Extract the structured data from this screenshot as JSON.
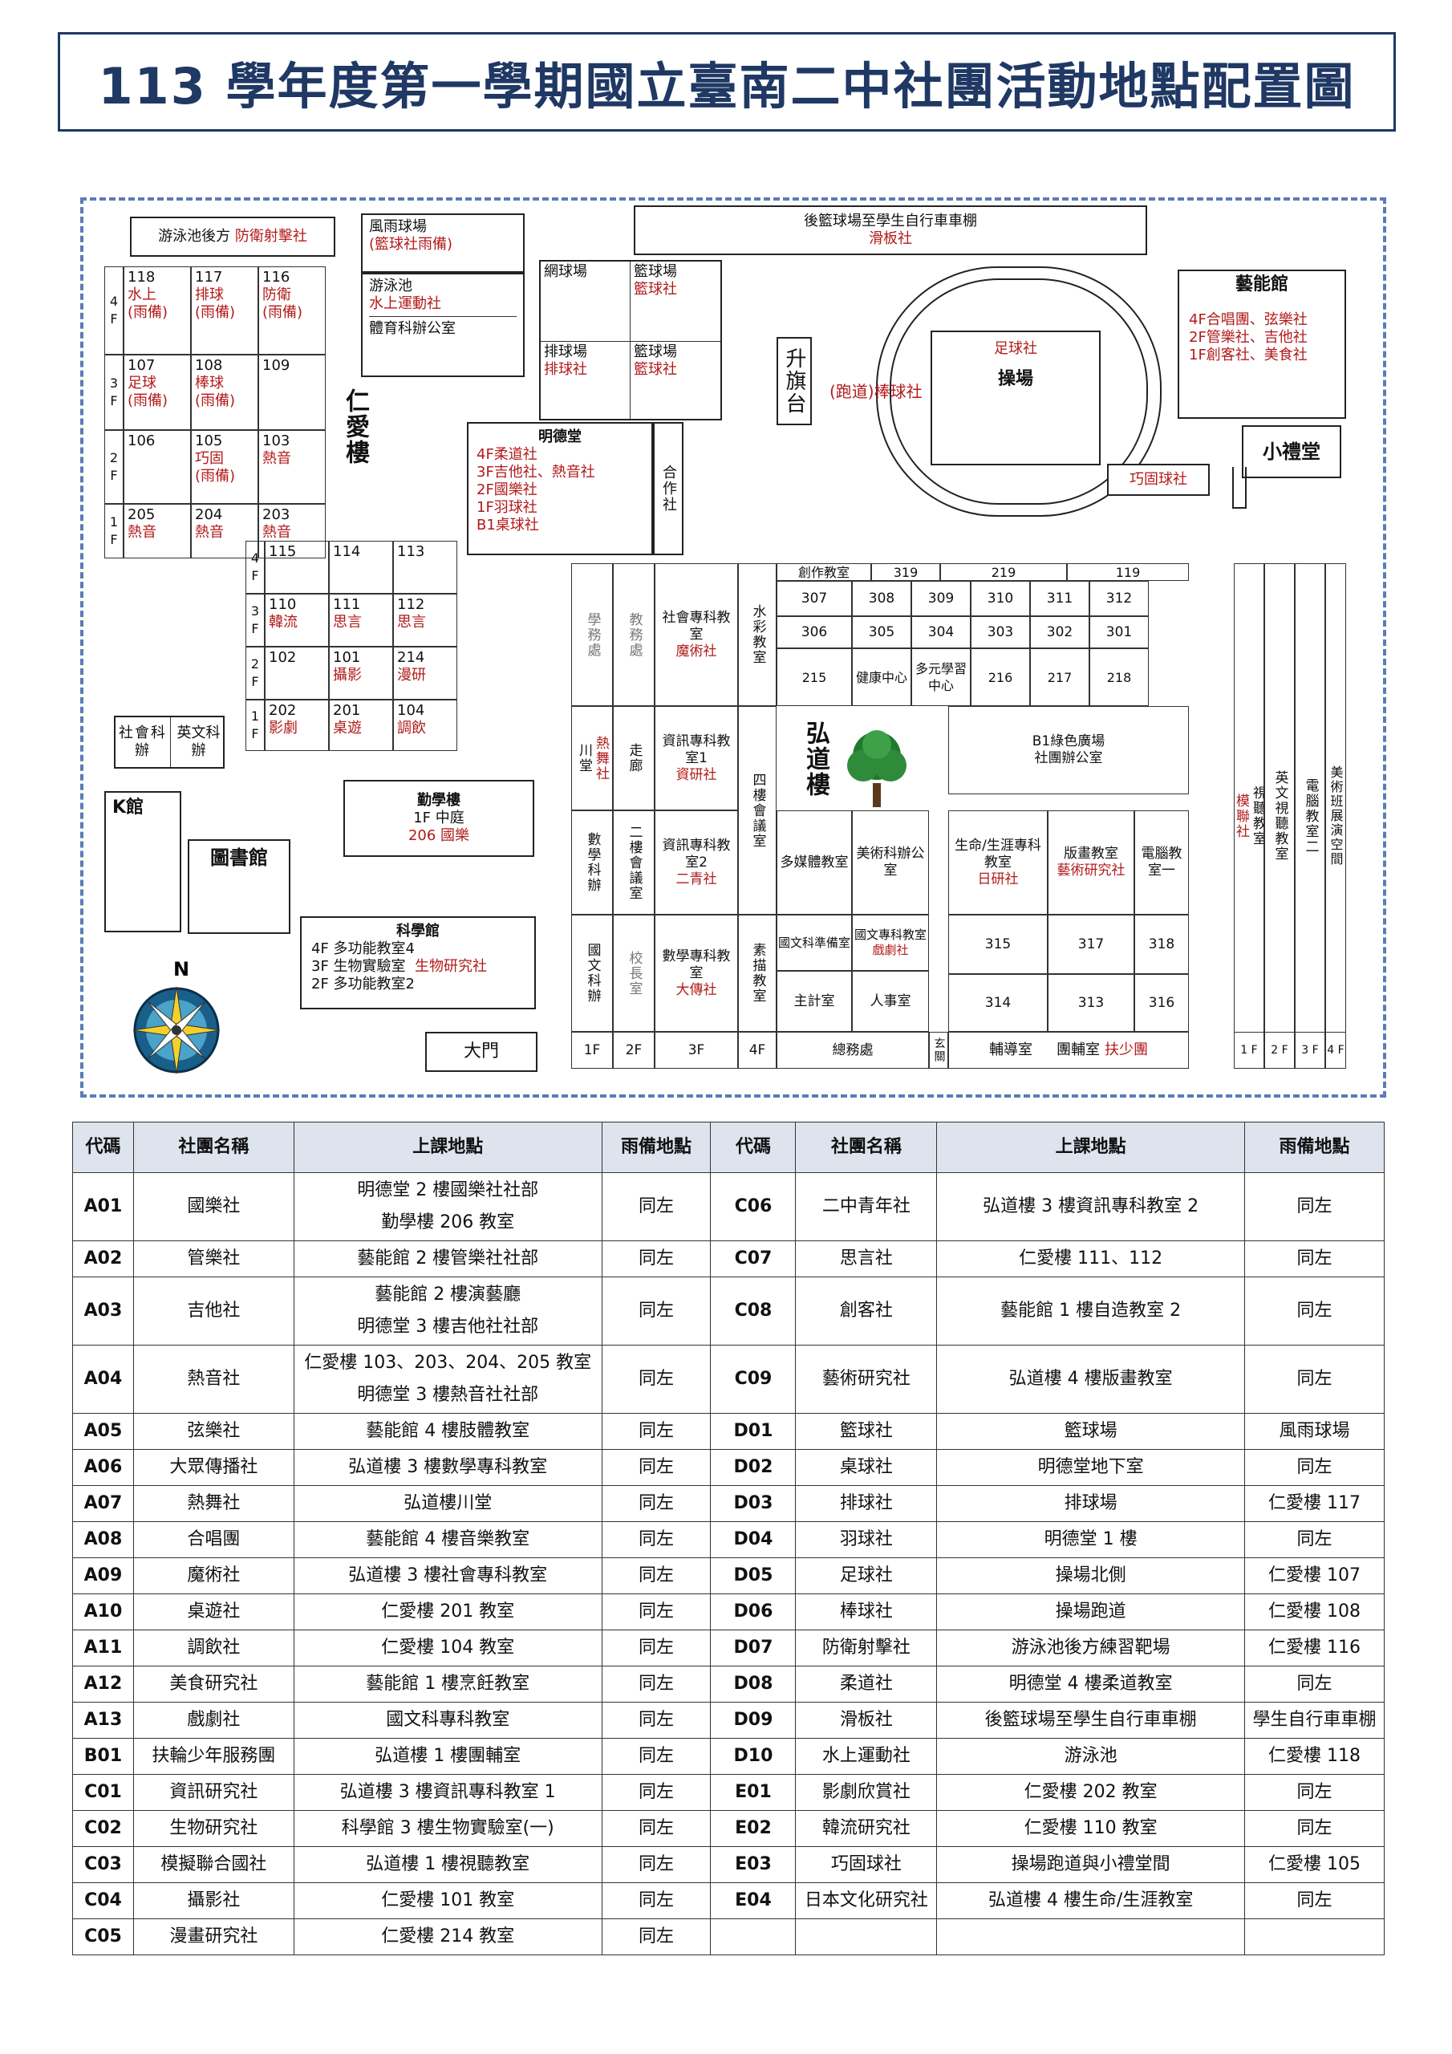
{
  "title": "113 學年度第一學期國立臺南二中社團活動地點配置圖",
  "map": {
    "pool_back": "游泳池後方",
    "pool_back_club": "防衛射擊社",
    "rain_court": "風雨球場",
    "rain_court_club": "(籃球社雨備)",
    "pool": "游泳池",
    "pool_club": "水上運動社",
    "pe_office": "體育科辦公室",
    "bike_shed": "後籃球場至學生自行車車棚",
    "bike_shed_club": "滑板社",
    "tennis": "網球場",
    "court1": "籃球場",
    "court1_club": "籃球社",
    "volley": "排球場",
    "volley_club": "排球社",
    "court2": "籃球場",
    "court2_club": "籃球社",
    "flag": "升旗台",
    "track_club": "(跑道)棒球社",
    "field_club": "足球社",
    "field": "操場",
    "gate_ball": "巧固球社",
    "arts_title": "藝能館",
    "arts_lines": [
      "4F合唱團、弦樂社",
      "2F管樂社、吉他社",
      "1F創客社、美食社"
    ],
    "small_hall": "小禮堂",
    "ren_ai": "仁愛樓",
    "ren_rows": [
      {
        "floor": "4 F",
        "cells": [
          [
            "118",
            "水上",
            "(雨備)"
          ],
          [
            "117",
            "排球",
            "(雨備)"
          ],
          [
            "116",
            "防衛",
            "(雨備)"
          ]
        ]
      },
      {
        "floor": "3 F",
        "cells": [
          [
            "107",
            "足球",
            "(雨備)"
          ],
          [
            "108",
            "棒球",
            "(雨備)"
          ],
          [
            "109",
            "",
            ""
          ]
        ]
      },
      {
        "floor": "2 F",
        "cells": [
          [
            "106",
            "",
            ""
          ],
          [
            "105",
            "巧固",
            "(雨備)"
          ],
          [
            "103",
            "熱音",
            ""
          ]
        ]
      },
      {
        "floor": "1 F",
        "cells": [
          [
            "205",
            "熱音",
            ""
          ],
          [
            "204",
            "熱音",
            ""
          ],
          [
            "203",
            "熱音",
            ""
          ]
        ]
      }
    ],
    "ren2_rows": [
      {
        "floor": "4 F",
        "cells": [
          [
            "115",
            ""
          ],
          [
            "114",
            ""
          ],
          [
            "113",
            ""
          ]
        ]
      },
      {
        "floor": "3 F",
        "cells": [
          [
            "110",
            "韓流"
          ],
          [
            "111",
            "思言"
          ],
          [
            "112",
            "思言"
          ]
        ]
      },
      {
        "floor": "2 F",
        "cells": [
          [
            "102",
            ""
          ],
          [
            "101",
            "攝影"
          ],
          [
            "214",
            "漫研"
          ]
        ]
      },
      {
        "floor": "1 F",
        "cells": [
          [
            "202",
            "影劇"
          ],
          [
            "201",
            "桌遊"
          ],
          [
            "104",
            "調飲"
          ]
        ]
      }
    ],
    "mingde_title": "明德堂",
    "mingde_lines": [
      "4F柔道社",
      "3F吉他社、熱音社",
      "2F國樂社",
      "1F羽球社",
      "B1桌球社"
    ],
    "coop": "合作社",
    "social_office": "社會科辦",
    "english_office": "英文科辦",
    "qinxue_title": "勤學樓",
    "qinxue_l1": "1F 中庭",
    "qinxue_l2": "206 國樂",
    "k_hall": "K館",
    "library": "圖書館",
    "science_title": "科學館",
    "science_l1": "4F 多功能教室4",
    "science_l2": "3F 生物實驗室",
    "science_l2_club": "生物研究社",
    "science_l3": "2F 多功能教室2",
    "gate": "大門",
    "hongdao": "弘道樓",
    "hd": {
      "student_affairs": "學務處",
      "academic": "教務處",
      "social_room": "社會專科教室",
      "social_room_club": "魔術社",
      "watercolor": "水彩教室",
      "creative_room": "創作教室",
      "n319": "319",
      "n219": "219",
      "n119": "119",
      "r307": "307",
      "r308": "308",
      "r309": "309",
      "r310": "310",
      "r311": "311",
      "r312": "312",
      "r306": "306",
      "r305": "305",
      "r304": "304",
      "r303": "303",
      "r302": "302",
      "r301": "301",
      "r215": "215",
      "health": "健康中心",
      "multi": "多元學習中心",
      "r216": "216",
      "r217": "217",
      "r218": "218",
      "chuan": "川堂",
      "chuan_club": "熱舞社",
      "corridor": "走廊",
      "info1": "資訊專科教室1",
      "info1_club": "資研社",
      "fourth_meet": "四樓會議室",
      "b1_plaza": "B1綠色廣場",
      "b1_office": "社團辦公室",
      "av_room": "視聽教室",
      "av_club": "模聯社",
      "eng_av": "英文視聽教室",
      "comp2": "電腦教室二",
      "art_space": "美術班展演空間",
      "math_office": "數學科辦",
      "second_meet": "二樓會議室",
      "info2": "資訊專科教室2",
      "info2_club": "二青社",
      "multimedia": "多媒體教室",
      "art_office": "美術科辦公室",
      "life_room": "生命/生涯專科教室",
      "life_club": "日研社",
      "print_room": "版畫教室",
      "print_club": "藝術研究社",
      "comp1": "電腦教室一",
      "chinese_office": "國文科辦",
      "principal": "校長室",
      "math_room": "數學專科教室",
      "math_club": "大傳社",
      "sketch": "素描教室",
      "chinese_prep": "國文科準備室",
      "chinese_room": "國文專科教室",
      "chinese_club": "戲劇社",
      "accounting": "主計室",
      "personnel": "人事室",
      "r315": "315",
      "r317": "317",
      "r318": "318",
      "r314": "314",
      "r313": "313",
      "r316": "316",
      "f1": "1F",
      "f2": "2F",
      "f3": "3F",
      "f4": "4F",
      "general": "總務處",
      "entrance": "玄關",
      "guidance": "輔導室",
      "tutoring": "團輔室",
      "tutoring_club": "扶少團",
      "e1f": "1 F",
      "e2f": "2 F",
      "e3f": "3 F",
      "e4f": "4 F"
    },
    "compass_n": "N"
  },
  "table": {
    "headers": [
      "代碼",
      "社團名稱",
      "上課地點",
      "雨備地點",
      "代碼",
      "社團名稱",
      "上課地點",
      "雨備地點"
    ],
    "rows": [
      {
        "c1": "A01",
        "n1": "國樂社",
        "p1": [
          "明德堂 2 樓國樂社社部",
          "勤學樓 206 教室"
        ],
        "r1": "同左",
        "c2": "C06",
        "n2": "二中青年社",
        "p2": [
          "弘道樓 3 樓資訊專科教室 2"
        ],
        "r2": "同左"
      },
      {
        "c1": "A02",
        "n1": "管樂社",
        "p1": [
          "藝能館 2 樓管樂社社部"
        ],
        "r1": "同左",
        "c2": "C07",
        "n2": "思言社",
        "p2": [
          "仁愛樓 111、112"
        ],
        "r2": "同左"
      },
      {
        "c1": "A03",
        "n1": "吉他社",
        "p1": [
          "藝能館 2 樓演藝廳",
          "明德堂 3 樓吉他社社部"
        ],
        "r1": "同左",
        "c2": "C08",
        "n2": "創客社",
        "p2": [
          "藝能館 1 樓自造教室 2"
        ],
        "r2": "同左"
      },
      {
        "c1": "A04",
        "n1": "熱音社",
        "p1": [
          "仁愛樓 103、203、204、205 教室",
          "明德堂 3 樓熱音社社部"
        ],
        "r1": "同左",
        "c2": "C09",
        "n2": "藝術研究社",
        "p2": [
          "弘道樓 4 樓版畫教室"
        ],
        "r2": "同左"
      },
      {
        "c1": "A05",
        "n1": "弦樂社",
        "p1": [
          "藝能館 4 樓肢體教室"
        ],
        "r1": "同左",
        "c2": "D01",
        "n2": "籃球社",
        "p2": [
          "籃球場"
        ],
        "r2": "風雨球場"
      },
      {
        "c1": "A06",
        "n1": "大眾傳播社",
        "p1": [
          "弘道樓 3 樓數學專科教室"
        ],
        "r1": "同左",
        "c2": "D02",
        "n2": "桌球社",
        "p2": [
          "明德堂地下室"
        ],
        "r2": "同左"
      },
      {
        "c1": "A07",
        "n1": "熱舞社",
        "p1": [
          "弘道樓川堂"
        ],
        "r1": "同左",
        "c2": "D03",
        "n2": "排球社",
        "p2": [
          "排球場"
        ],
        "r2": "仁愛樓 117"
      },
      {
        "c1": "A08",
        "n1": "合唱團",
        "p1": [
          "藝能館 4 樓音樂教室"
        ],
        "r1": "同左",
        "c2": "D04",
        "n2": "羽球社",
        "p2": [
          "明德堂 1 樓"
        ],
        "r2": "同左"
      },
      {
        "c1": "A09",
        "n1": "魔術社",
        "p1": [
          "弘道樓 3 樓社會專科教室"
        ],
        "r1": "同左",
        "c2": "D05",
        "n2": "足球社",
        "p2": [
          "操場北側"
        ],
        "r2": "仁愛樓 107"
      },
      {
        "c1": "A10",
        "n1": "桌遊社",
        "p1": [
          "仁愛樓 201 教室"
        ],
        "r1": "同左",
        "c2": "D06",
        "n2": "棒球社",
        "p2": [
          "操場跑道"
        ],
        "r2": "仁愛樓 108"
      },
      {
        "c1": "A11",
        "n1": "調飲社",
        "p1": [
          "仁愛樓 104 教室"
        ],
        "r1": "同左",
        "c2": "D07",
        "n2": "防衛射擊社",
        "p2": [
          "游泳池後方練習靶場"
        ],
        "r2": "仁愛樓 116"
      },
      {
        "c1": "A12",
        "n1": "美食研究社",
        "p1": [
          "藝能館 1 樓烹飪教室"
        ],
        "r1": "同左",
        "c2": "D08",
        "n2": "柔道社",
        "p2": [
          "明德堂 4 樓柔道教室"
        ],
        "r2": "同左"
      },
      {
        "c1": "A13",
        "n1": "戲劇社",
        "p1": [
          "國文科專科教室"
        ],
        "r1": "同左",
        "c2": "D09",
        "n2": "滑板社",
        "p2": [
          "後籃球場至學生自行車車棚"
        ],
        "r2": "學生自行車車棚"
      },
      {
        "c1": "B01",
        "n1": "扶輪少年服務團",
        "p1": [
          "弘道樓 1 樓團輔室"
        ],
        "r1": "同左",
        "c2": "D10",
        "n2": "水上運動社",
        "p2": [
          "游泳池"
        ],
        "r2": "仁愛樓 118"
      },
      {
        "c1": "C01",
        "n1": "資訊研究社",
        "p1": [
          "弘道樓 3 樓資訊專科教室 1"
        ],
        "r1": "同左",
        "c2": "E01",
        "n2": "影劇欣賞社",
        "p2": [
          "仁愛樓 202 教室"
        ],
        "r2": "同左"
      },
      {
        "c1": "C02",
        "n1": "生物研究社",
        "p1": [
          "科學館 3 樓生物實驗室(一)"
        ],
        "r1": "同左",
        "c2": "E02",
        "n2": "韓流研究社",
        "p2": [
          "仁愛樓 110 教室"
        ],
        "r2": "同左"
      },
      {
        "c1": "C03",
        "n1": "模擬聯合國社",
        "p1": [
          "弘道樓 1 樓視聽教室"
        ],
        "r1": "同左",
        "c2": "E03",
        "n2": "巧固球社",
        "p2": [
          "操場跑道與小禮堂間"
        ],
        "r2": "仁愛樓 105"
      },
      {
        "c1": "C04",
        "n1": "攝影社",
        "p1": [
          "仁愛樓 101 教室"
        ],
        "r1": "同左",
        "c2": "E04",
        "n2": "日本文化研究社",
        "p2": [
          "弘道樓 4 樓生命/生涯教室"
        ],
        "r2": "同左"
      },
      {
        "c1": "C05",
        "n1": "漫畫研究社",
        "p1": [
          "仁愛樓 214 教室"
        ],
        "r1": "同左",
        "c2": "",
        "n2": "",
        "p2": [
          ""
        ],
        "r2": ""
      }
    ]
  }
}
